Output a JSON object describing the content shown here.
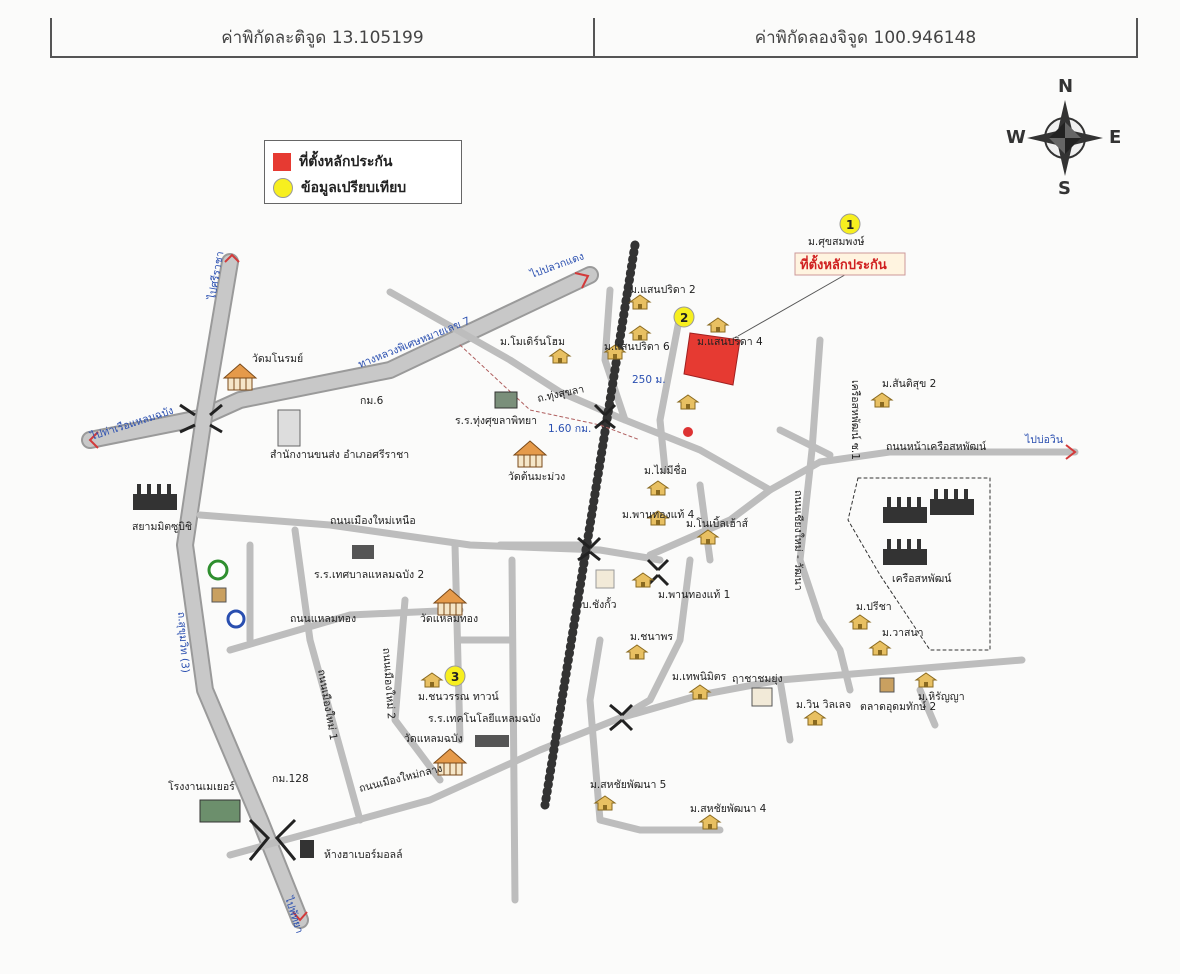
{
  "header": {
    "latitude_label": "ค่าพิกัดละติจูด 13.105199",
    "longitude_label": "ค่าพิกัดลองจิจูด 100.946148"
  },
  "compass": {
    "n": "N",
    "s": "S",
    "e": "E",
    "w": "W"
  },
  "legend": {
    "collateral": "ที่ตั้งหลักประกัน",
    "comparison": "ข้อมูลเปรียบเทียบ"
  },
  "colors": {
    "road": "#b9b9b9",
    "road_edge": "#9a9a9a",
    "collateral": "#e63a32",
    "comparison": "#f7ef1f",
    "arrow": "#d33a3a"
  },
  "markers": [
    {
      "num": "1",
      "label": "ม.ศุขสมพงษ์"
    },
    {
      "num": "2",
      "label": "ม.แสนปริดา 4"
    },
    {
      "num": "3",
      "label": "ม.ชนวรรณ ทาวน์"
    }
  ],
  "collateral_callout": "ที่ตั้งหลักประกัน",
  "labels": {
    "to_sriracha": "ไปศรีราชา",
    "to_laem_chabang_port": "ไปท่าเรือแหลมฉบัง",
    "to_pluak_daeng": "ไปปลวกแดง",
    "to_bo_win": "ไปบ่อวิน",
    "to_pattaya": "ไปพัทยา",
    "motorway_7": "ทางหลวงพิเศษหมายเลข 7",
    "sukhumvit": "ถ.สุขุมวิท (3)",
    "wat_mai_rabai": "วัดมโนรมย์",
    "km6": "กม.6",
    "transport_office": "สำนักงานขนส่ง อำเภอศรีราชา",
    "siam_mitsubishi": "สยามมิตซูบิชิ",
    "ban_modern_home": "ม.โมเดิร์นโฮม",
    "school_thung_sukhla": "ร.ร.ทุ่งศุขลาพิทยา",
    "thung_sukhla_rd": "ถ.ทุ่งสุขลา",
    "wat_ton_mamuang": "วัดต้นมะม่วง",
    "dist_160": "1.60 กม.",
    "dist_250": "250 ม.",
    "sanprida2": "ม.แสนปริดา 2",
    "sanprida6": "ม.แสนปริดา 6",
    "mai_mi_chue": "ม.ไม่มีชื่อ",
    "santisuk2": "ม.สันติสุข 2",
    "khrueasahaphat_road": "ถนนหน้าเครือสหพัฒน์",
    "khrueasahaphat_soi": "เครือสหพัฒน์ ซ.1",
    "laem_chabang_nuea": "ถนนเมืองใหม่เหนือ",
    "school_municipal2": "ร.ร.เทศบาลแหลมฉบัง 2",
    "phanthong4": "ม.พานทองแท้ 4",
    "nice_house": "ม.โนเบิ้ลเฮ้าส์",
    "phanthong1": "ม.พานทองแท้ 1",
    "ban_chang": "บ.ชังกั้ว",
    "khrueasahaphat": "เครือสหพัฒน์",
    "nonpho_rd": "ถนนเชียงใหม่ - วัฒนา",
    "laem_thong_rd": "ถนนแหลมทอง",
    "wat_laem_thong": "วัดแหลมทอง",
    "chanaporn": "ม.ชนาพร",
    "pritsada": "ม.ปรีชา",
    "wasana": "ม.วาสนา",
    "sukhumvit_rd": "ถนนสุขุมวิท (3)",
    "mueang_mai_1": "ถนนเมืองใหม่ 1",
    "mueang_mai_2": "ถนนเมืองใหม่ 2",
    "technic_school": "ร.ร.เทคโนโลยีแหลมฉบัง",
    "wat_laem_chabang": "วัดแหลมฉบัง",
    "thephanimit": "ม.เทพนิมิตร",
    "fai_san_phayung": "ฤาชาชมยุ่ง",
    "win_wilai": "ม.วิน วิลเลจ",
    "talad_dokmai2": "ตลาดอุดมทักษ์ 2",
    "pharinya": "ม.หิรัญญา",
    "laem_chabang_klang": "ถนนเมืองใหม่กลาง",
    "power_plant": "โรงงานเมเยอร์",
    "km128": "กม.128",
    "harbor_mall": "ห้างฮาเบอร์มอลล์",
    "sahachai5": "ม.สหชัยพัฒนา 5",
    "sahachai4": "ม.สหชัยพัฒนา 4"
  }
}
